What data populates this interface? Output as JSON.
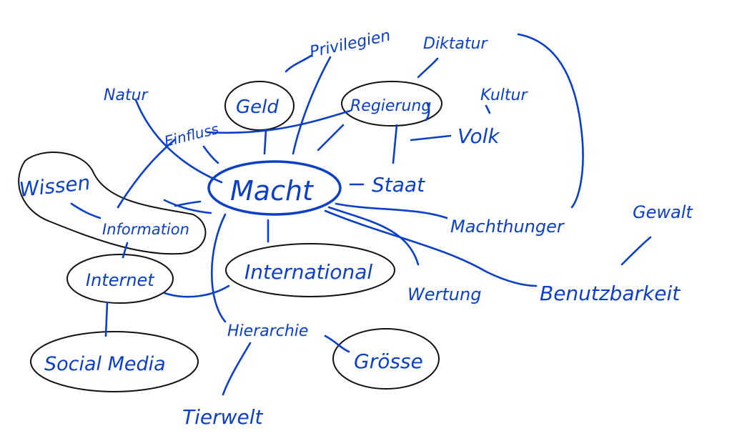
{
  "center": "Macht",
  "nodes": {
    "privilegien": "Privilegien",
    "diktatur": "Diktatur",
    "natur": "Natur",
    "geld": "Geld",
    "regierung": "Regierung",
    "kultur": "Kultur",
    "einfluss": "Einfluss",
    "volk": "Volk",
    "wissen": "Wissen",
    "staat": "Staat",
    "information": "Information",
    "machthunger": "Machthunger",
    "gewalt": "Gewalt",
    "internet": "Internet",
    "international": "International",
    "wertung": "Wertung",
    "benutzbarkeit": "Benutzbarkeit",
    "hierarchie": "Hierarchie",
    "groesse": "Grösse",
    "social_media": "Social Media",
    "tierwelt": "Tierwelt"
  },
  "colors": {
    "ink": "#0b3fc6",
    "outline": "#111111"
  }
}
